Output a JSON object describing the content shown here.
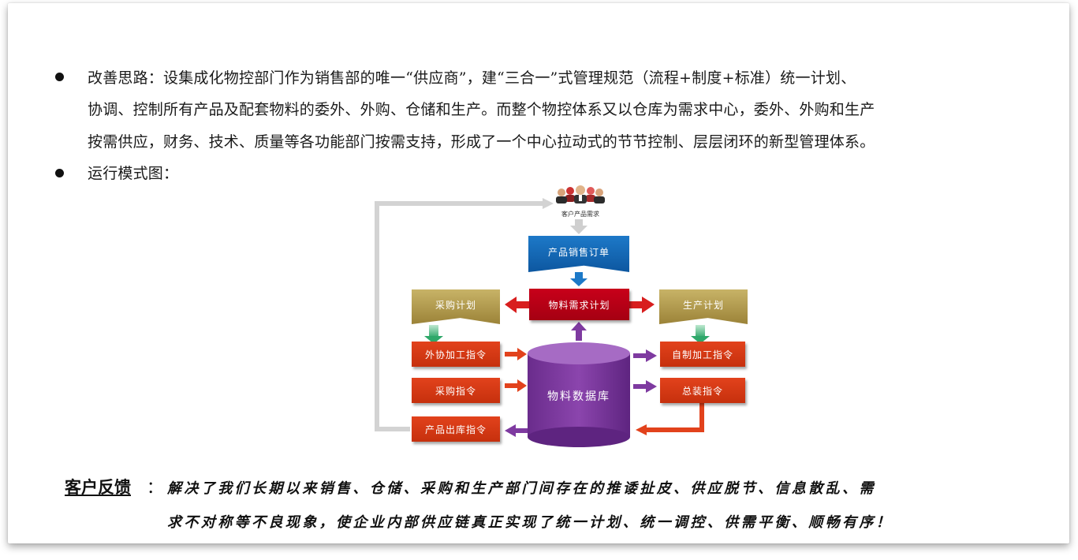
{
  "bullets": [
    {
      "lines": [
        "改善思路：设集成化物控部门作为销售部的唯一“供应商”，建“三合一”式管理规范（流程+制度+标准）统一计划、",
        "协调、控制所有产品及配套物料的委外、外购、仓储和生产。而整个物控体系又以仓库为需求中心，委外、外购和生产",
        "按需供应，财务、技术、质量等各功能部门按需支持，形成了一个中心拉动式的节节控制、层层闭环的新型管理体系。"
      ]
    },
    {
      "lines": [
        "运行模式图："
      ]
    }
  ],
  "diagram": {
    "customer": "客户产品需求",
    "sales_order": "产品销售订单",
    "mrp": "物料需求计划",
    "purchase_plan": "采购计划",
    "production_plan": "生产计划",
    "outsource_order": "外协加工指令",
    "purchase_order": "采购指令",
    "stock_out_order": "产品出库指令",
    "self_process_order": "自制加工指令",
    "assembly_order": "总装指令",
    "database": "物料数据库"
  },
  "feedback": {
    "title": "客户反馈",
    "colon": "：",
    "line1": "解决了我们长期以来销售、仓储、采购和生产部门间存在的推诿扯皮、供应脱节、信息散乱、需",
    "line2": "求不对称等不良现象，使企业内部供应链真正实现了统一计划、统一调控、供需平衡、顺畅有序！"
  },
  "colors": {
    "red": "#e2421c",
    "dark_red": "#c8001a",
    "blue": "#1d79c8",
    "gold": "#c8b367",
    "purple": "#7e3aa0",
    "green": "#39b075",
    "loop_gray": "#d0d0d0"
  }
}
